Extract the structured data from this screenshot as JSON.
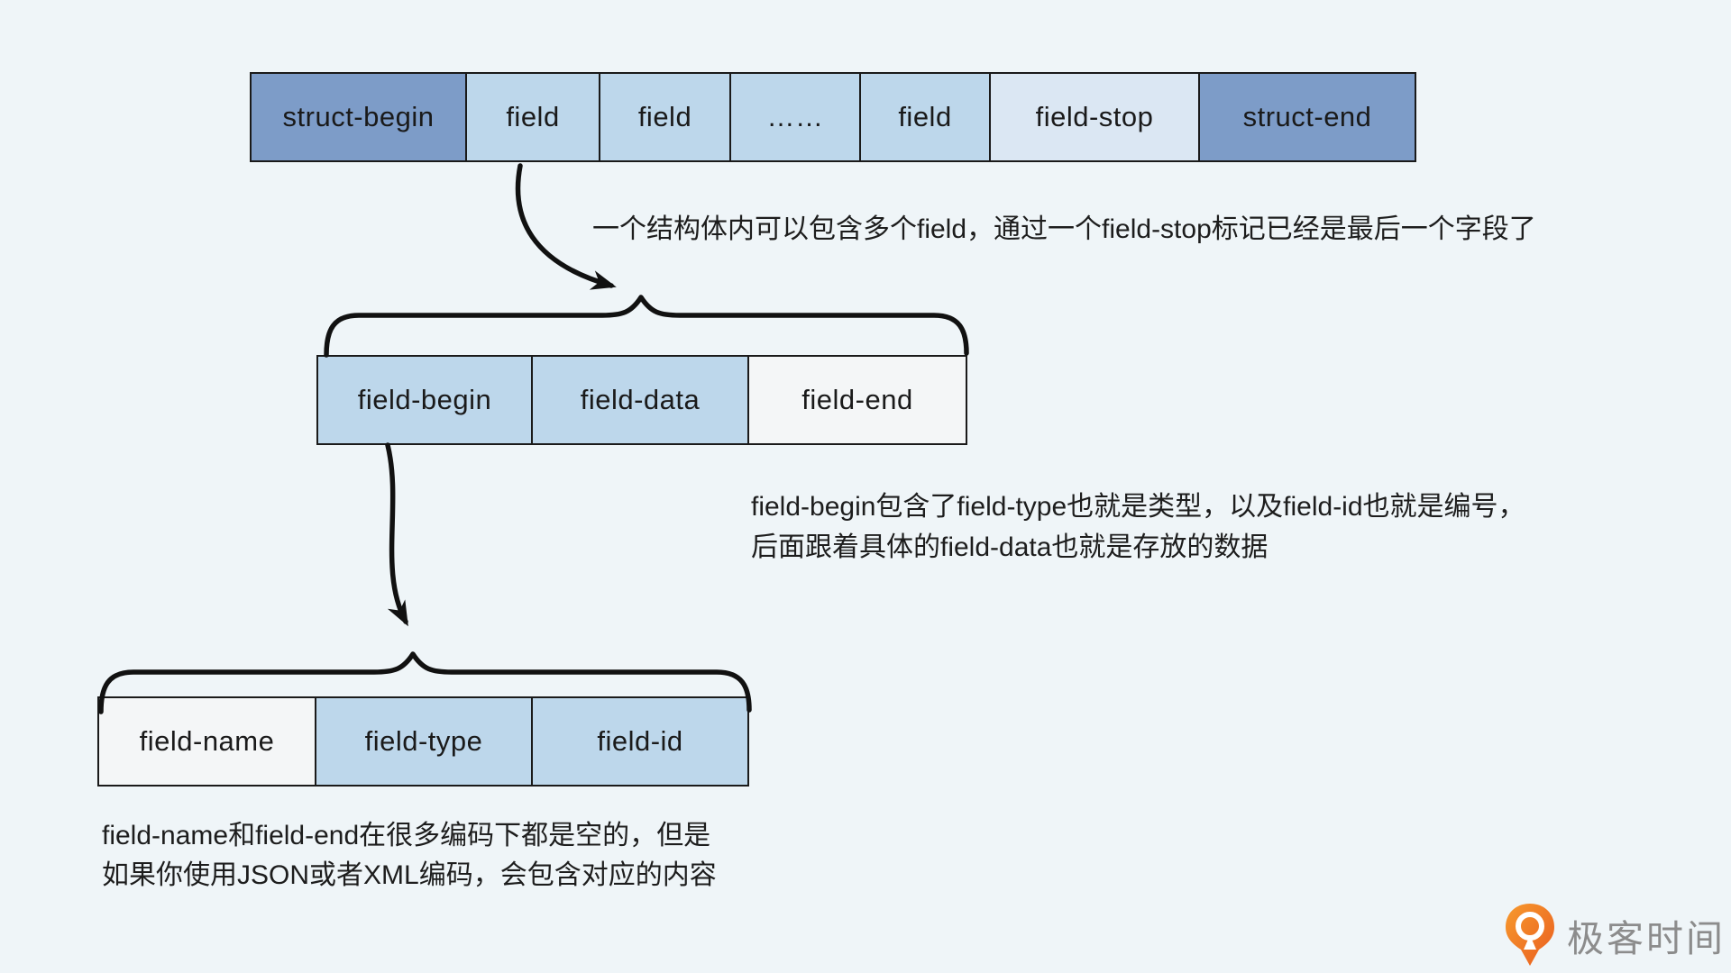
{
  "colors": {
    "background": "#eff5f8",
    "box_dark_blue": "#7d9cc8",
    "box_light_blue": "#bdd7eb",
    "box_lighter_blue": "#dbe7f3",
    "box_white": "#f4f6f7",
    "border": "#1a1a1a",
    "stroke": "#111111",
    "logo_orange": "#ee7623",
    "logo_text_gray": "#8c8c8c"
  },
  "diagram": {
    "rows": [
      {
        "name": "struct-row",
        "cells": [
          {
            "label": "struct-begin",
            "variant": "dark"
          },
          {
            "label": "field",
            "variant": "light"
          },
          {
            "label": "field",
            "variant": "light"
          },
          {
            "label": "……",
            "variant": "light"
          },
          {
            "label": "field",
            "variant": "light"
          },
          {
            "label": "field-stop",
            "variant": "lighter"
          },
          {
            "label": "struct-end",
            "variant": "dark"
          }
        ]
      },
      {
        "name": "field-row",
        "cells": [
          {
            "label": "field-begin",
            "variant": "light"
          },
          {
            "label": "field-data",
            "variant": "light"
          },
          {
            "label": "field-end",
            "variant": "white"
          }
        ]
      },
      {
        "name": "field-begin-row",
        "cells": [
          {
            "label": "field-name",
            "variant": "white"
          },
          {
            "label": "field-type",
            "variant": "light"
          },
          {
            "label": "field-id",
            "variant": "light"
          }
        ]
      }
    ],
    "annotations": [
      {
        "lines": [
          "一个结构体内可以包含多个field，通过一个field-stop标记已经是最后一个字段了"
        ]
      },
      {
        "lines": [
          "field-begin包含了field-type也就是类型，以及field-id也就是编号，",
          "后面跟着具体的field-data也就是存放的数据"
        ]
      },
      {
        "lines": [
          "field-name和field-end在很多编码下都是空的，但是",
          "如果你使用JSON或者XML编码，会包含对应的内容"
        ]
      }
    ]
  },
  "logo": {
    "text": "极客时间",
    "icon": "geektime-pin-icon"
  }
}
